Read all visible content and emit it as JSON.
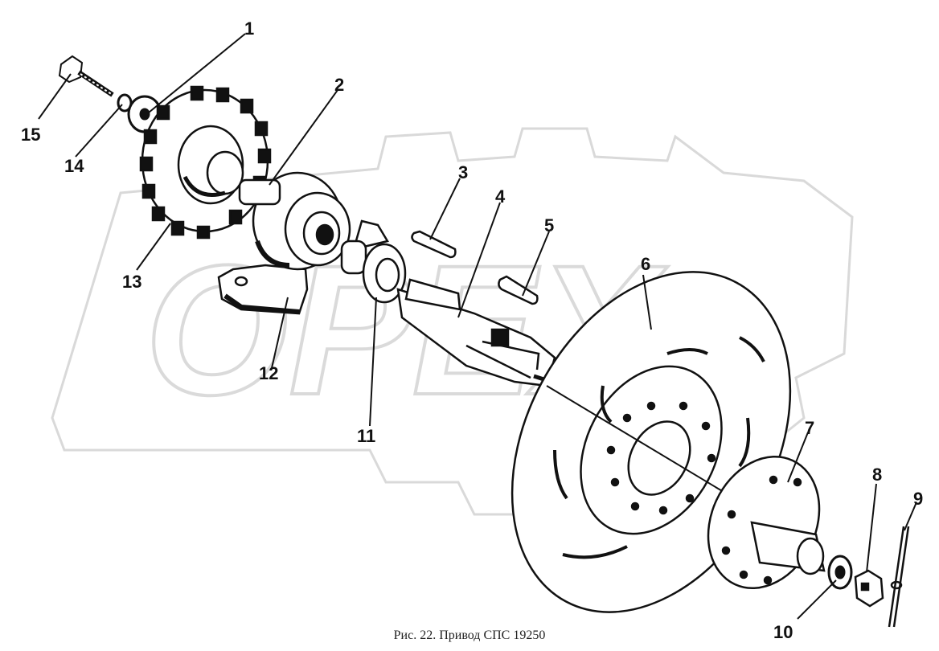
{
  "watermark": "OPEX",
  "caption": "Рис. 22. Привод СПС 19250",
  "labels": {
    "l1": "1",
    "l2": "2",
    "l3": "3",
    "l4": "4",
    "l5": "5",
    "l6": "6",
    "l7": "7",
    "l8": "8",
    "l9": "9",
    "l10": "10",
    "l11": "11",
    "l12": "12",
    "l13": "13",
    "l14": "14",
    "l15": "15"
  },
  "colors": {
    "ink": "#111111",
    "watermark": "#dcdcdc",
    "background": "#ffffff"
  }
}
